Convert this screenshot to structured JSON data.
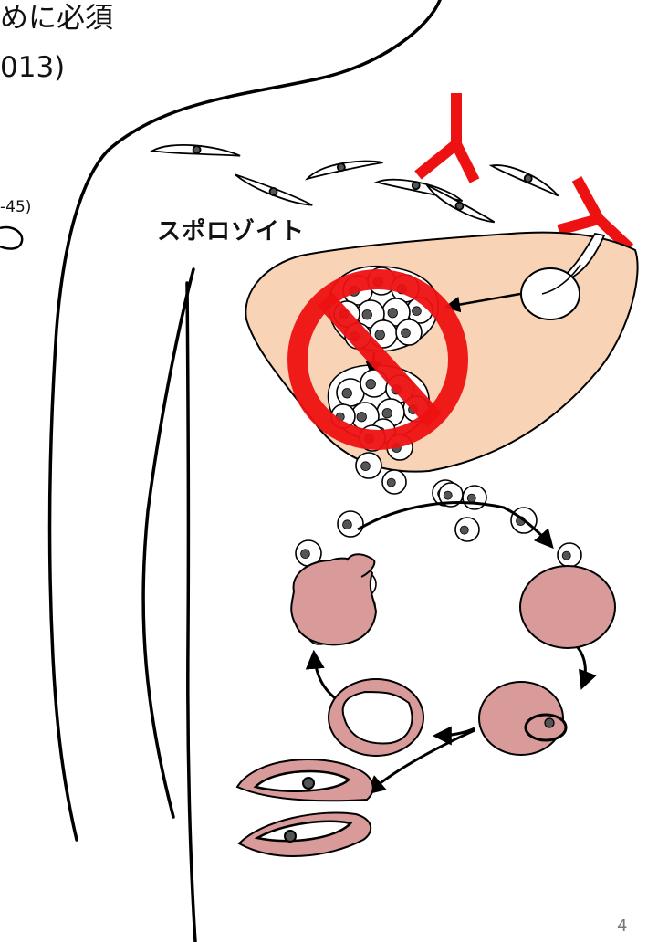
{
  "text": {
    "heading_line1": "めに必須",
    "heading_line2": "013)",
    "citation_fragment": "-45)",
    "sporozoite_label": "スポロゾイト",
    "page_number": "4"
  },
  "colors": {
    "liver": "#f8d3b6",
    "infected_rbc": "#d99a9a",
    "antibody": "#ee1111",
    "prohibit": "#ee1111",
    "outline": "#000000"
  },
  "icons": [
    "antibody-icon",
    "prohibition-icon"
  ]
}
